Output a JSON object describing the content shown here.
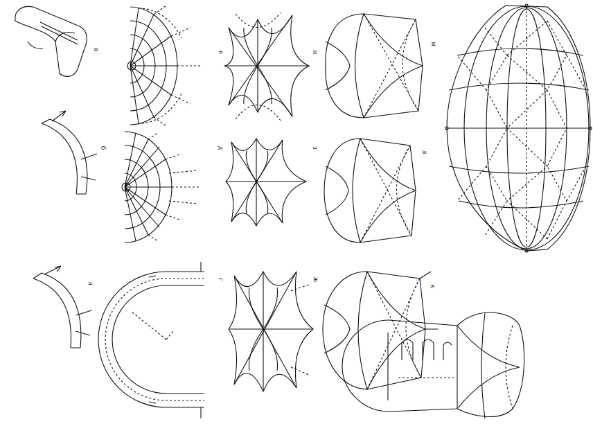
{
  "diagram": {
    "labels": [
      "в",
      "е",
      "и",
      "м",
      "б",
      "д",
      "з",
      "л",
      "а",
      "г",
      "ж",
      "к"
    ]
  }
}
